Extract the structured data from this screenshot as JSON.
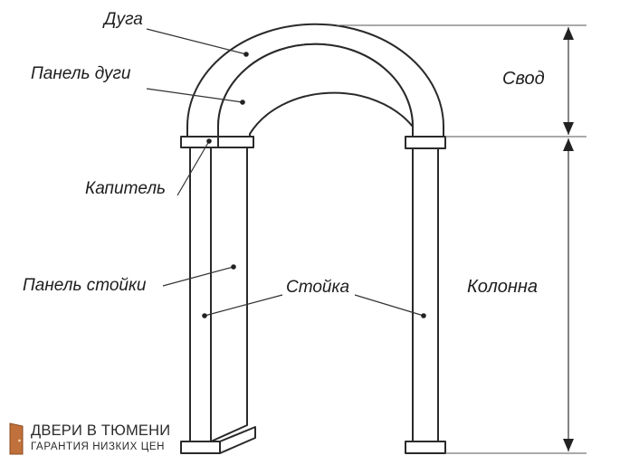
{
  "labels": {
    "arc": "Дуга",
    "arc_panel": "Панель дуги",
    "capital": "Капитель",
    "post_panel": "Панель стойки",
    "post": "Стойка",
    "vault": "Свод",
    "column": "Колонна"
  },
  "brand": {
    "title": "ДВЕРИ В ТЮМЕНИ",
    "subtitle": "ГАРАНТИЯ НИЗКИХ ЦЕН",
    "logo_color": "#c0703a"
  },
  "colors": {
    "line": "#2a2a2a",
    "background": "#ffffff"
  }
}
